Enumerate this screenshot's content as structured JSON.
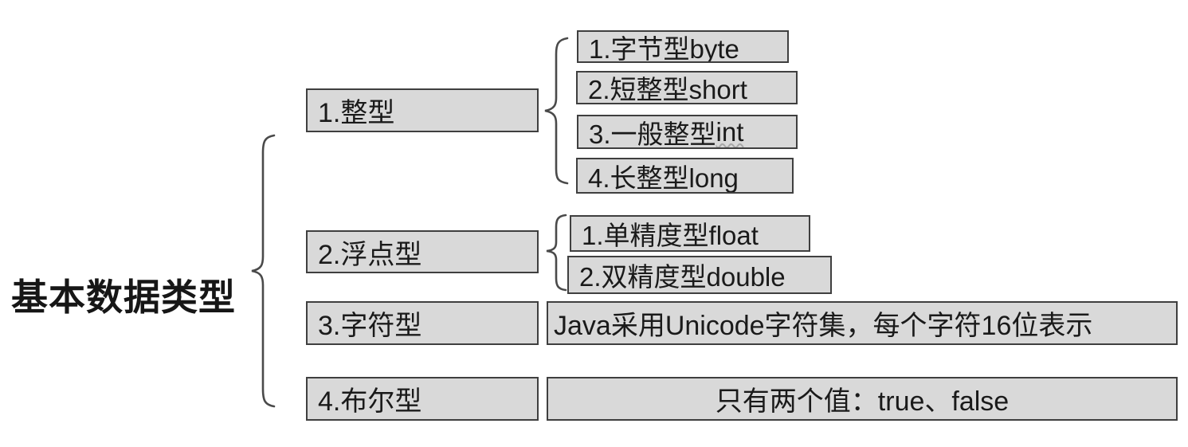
{
  "palette": {
    "background": "#ffffff",
    "box_fill": "#d9d9d9",
    "box_border": "#3f3f3f",
    "text": "#1a1a1a",
    "brace": "#4a4a4a",
    "squiggle": "#a8a8a8"
  },
  "diagram": {
    "root_label": "基本数据类型",
    "groups": [
      {
        "branch_label": "1.整型",
        "leaves": [
          {
            "label": "1.字节型byte"
          },
          {
            "label": "2.短整型short"
          },
          {
            "label": "3.一般整型",
            "squiggle": "int"
          },
          {
            "label": "4.长整型long"
          }
        ]
      },
      {
        "branch_label": "2.浮点型",
        "leaves": [
          {
            "label": "1.单精度型float"
          },
          {
            "label": "2.双精度型double"
          }
        ]
      },
      {
        "branch_label": "3.字符型",
        "note": "Java采用Unicode字符集，每个字符16位表示"
      },
      {
        "branch_label": "4.布尔型",
        "note": "只有两个值：true、false"
      }
    ]
  }
}
